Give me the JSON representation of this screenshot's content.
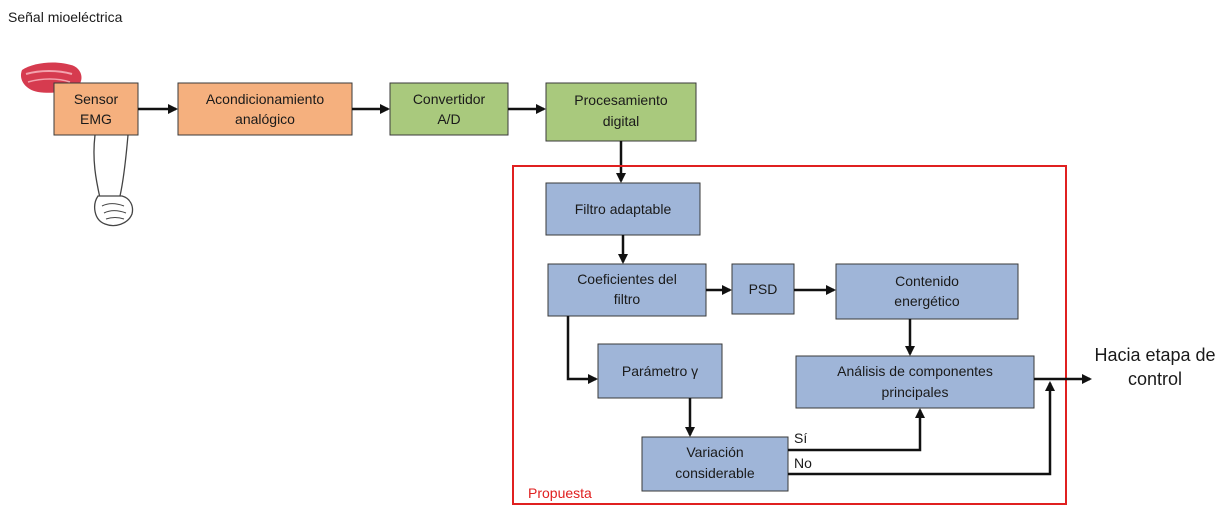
{
  "header": {
    "title": "Señal mioeléctrica"
  },
  "pipeline": {
    "sensor": [
      "Sensor",
      "EMG"
    ],
    "conditioning": [
      "Acondicionamiento",
      "analógico"
    ],
    "converter": [
      "Convertidor",
      "A/D"
    ],
    "processing": [
      "Procesamiento",
      "digital"
    ]
  },
  "proposal": {
    "label": "Propuesta",
    "adaptive_filter": "Filtro adaptable",
    "filter_coefficients": [
      "Coeficientes del",
      "filtro"
    ],
    "psd": "PSD",
    "energy_content": [
      "Contenido",
      "energético"
    ],
    "gamma_parameter": "Parámetro γ",
    "pca": [
      "Análisis de componentes",
      "principales"
    ],
    "variation": [
      "Variación",
      "considerable"
    ],
    "yes": "Sí",
    "no": "No"
  },
  "output": [
    "Hacia etapa de",
    "control"
  ],
  "colors": {
    "analog_blocks": "#f5b07e",
    "digital_blocks": "#a9c97d",
    "proposal_blocks": "#9fb5d8",
    "proposal_border": "#e02020",
    "proposal_label": "#e02020",
    "arrows": "#111111"
  }
}
